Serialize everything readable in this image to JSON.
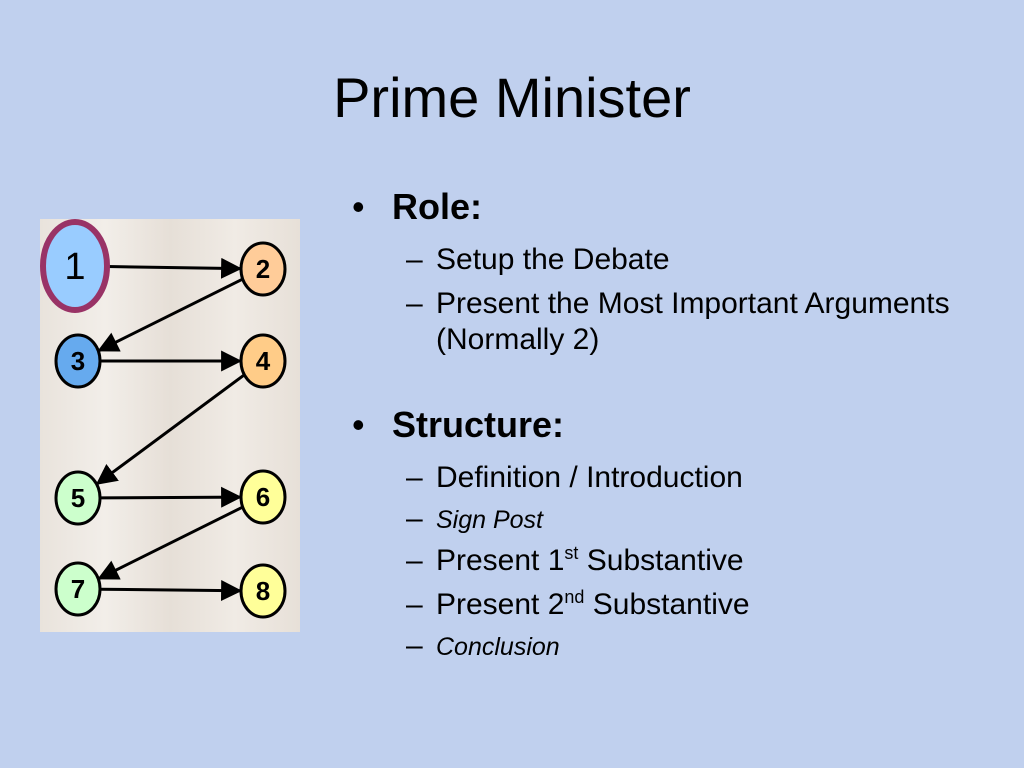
{
  "title": "Prime Minister",
  "diagram": {
    "nodes": [
      {
        "label": "1",
        "fill": "#99ccff",
        "highlight": true
      },
      {
        "label": "2",
        "fill": "#ffcc99"
      },
      {
        "label": "3",
        "fill": "#66aaee"
      },
      {
        "label": "4",
        "fill": "#ffcc88"
      },
      {
        "label": "5",
        "fill": "#ccffcc"
      },
      {
        "label": "6",
        "fill": "#ffff99"
      },
      {
        "label": "7",
        "fill": "#ccffcc"
      },
      {
        "label": "8",
        "fill": "#ffff99"
      }
    ],
    "highlight_color": "#993366",
    "edges": [
      [
        "1",
        "2"
      ],
      [
        "2",
        "3"
      ],
      [
        "3",
        "4"
      ],
      [
        "4",
        "5"
      ],
      [
        "5",
        "6"
      ],
      [
        "6",
        "7"
      ],
      [
        "7",
        "8"
      ]
    ]
  },
  "role": {
    "bullet": "•",
    "heading": "Role:",
    "items": [
      "Setup the Debate",
      "Present the Most Important Arguments (Normally 2)"
    ]
  },
  "structure": {
    "bullet": "•",
    "heading": "Structure:",
    "item1": "Definition / Introduction",
    "item2": "Sign Post",
    "item3_pre": "Present 1",
    "item3_sup": "st",
    "item3_post": " Substantive",
    "item4_pre": "Present 2",
    "item4_sup": "nd",
    "item4_post": " Substantive",
    "item5": "Conclusion"
  },
  "dash": "–"
}
